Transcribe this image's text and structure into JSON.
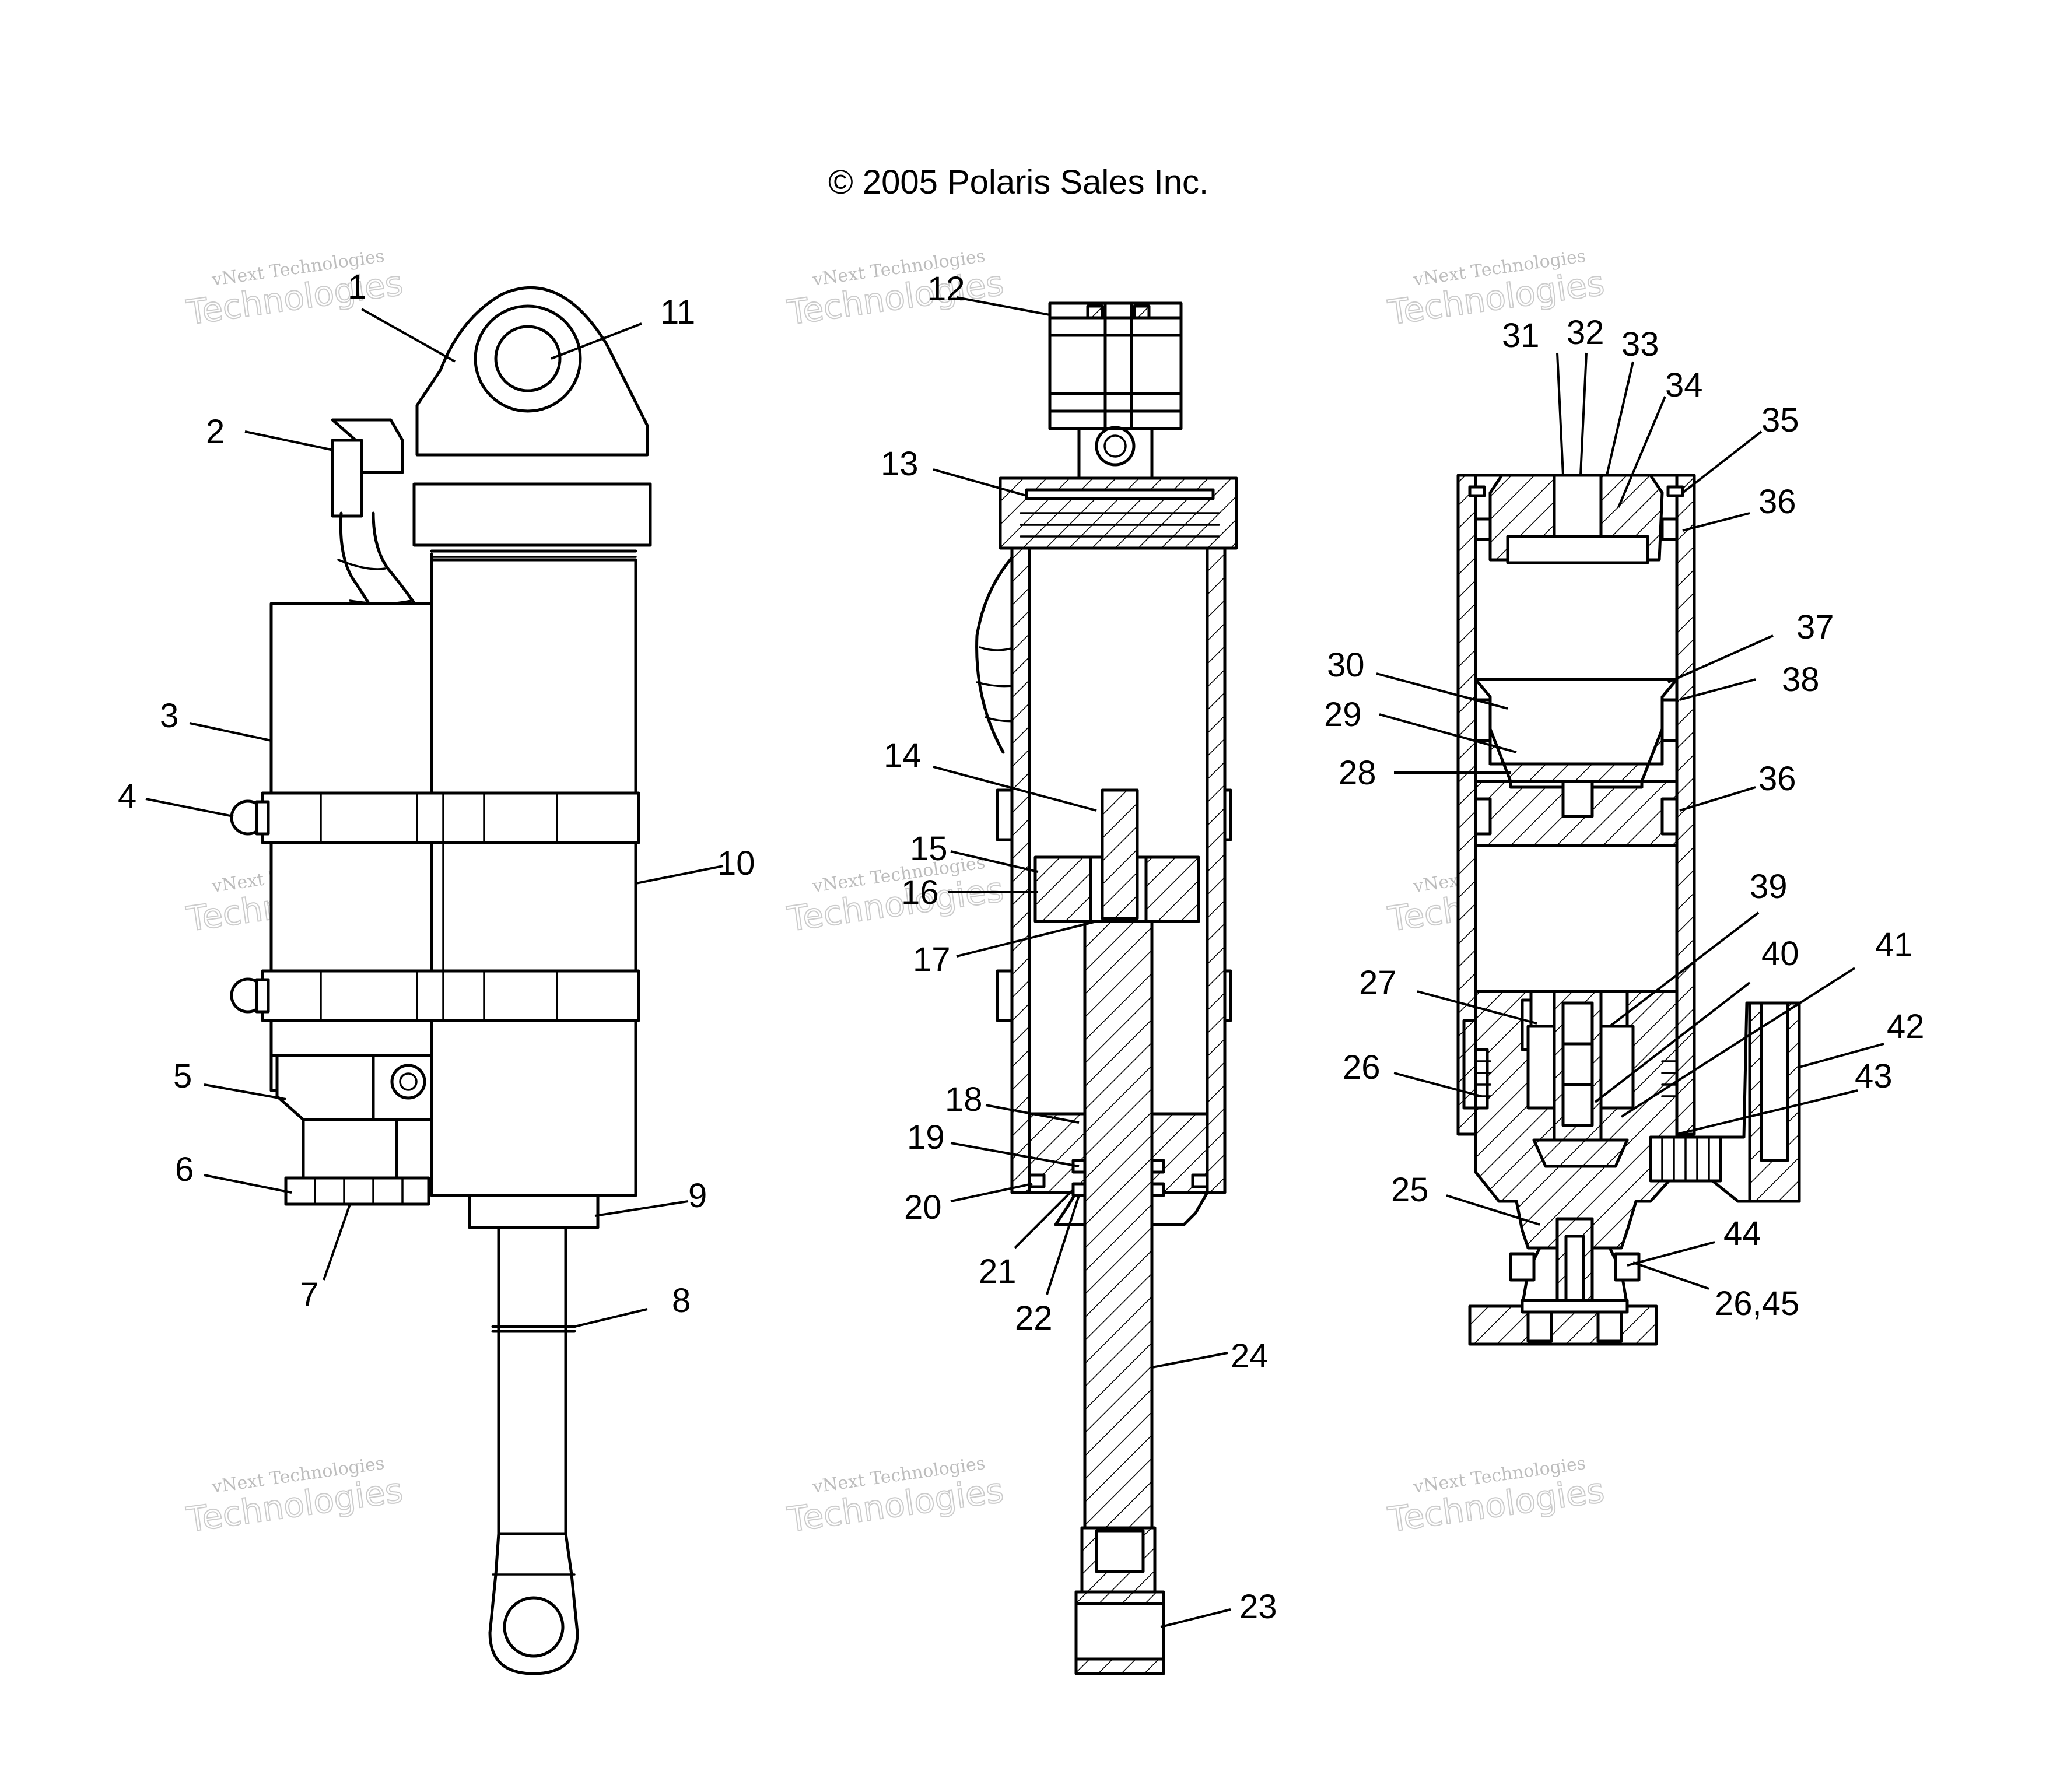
{
  "copyright": "© 2005 Polaris Sales Inc.",
  "watermark": {
    "line1": "vNext Technologies",
    "line2a": "vNext",
    "line2b": "Technologies"
  },
  "callouts": [
    "1",
    "2",
    "3",
    "4",
    "5",
    "6",
    "7",
    "8",
    "9",
    "10",
    "11",
    "12",
    "13",
    "14",
    "15",
    "16",
    "17",
    "18",
    "19",
    "20",
    "21",
    "22",
    "23",
    "24",
    "25",
    "26",
    "27",
    "28",
    "29",
    "30",
    "31",
    "32",
    "33",
    "34",
    "35",
    "36",
    "36",
    "37",
    "38",
    "39",
    "40",
    "41",
    "42",
    "43",
    "44",
    "26,45"
  ]
}
